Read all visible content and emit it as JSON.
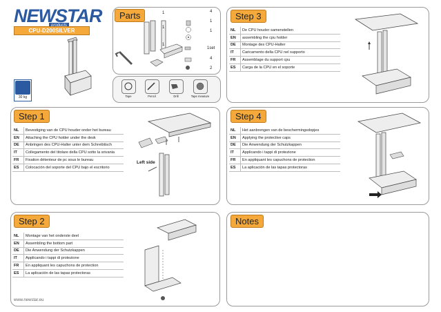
{
  "brand": {
    "name": "NEWSTAR",
    "sub": "products",
    "model": "CPU-D200SILVER",
    "weight": "30 kg"
  },
  "parts": {
    "title": "Parts",
    "quantities": [
      "1",
      "1",
      "1",
      "4",
      "1",
      "1",
      "1set",
      "4",
      "2"
    ],
    "tools": [
      "Tape",
      "Pencil",
      "Drill",
      "Tape measure"
    ]
  },
  "step1": {
    "title": "Step 1",
    "rows": [
      {
        "code": "NL",
        "text": "Bevestiging van de CPU houder  onder het bureau"
      },
      {
        "code": "EN",
        "text": "Attaching the CPU holder under the desk"
      },
      {
        "code": "DE",
        "text": "Anbringen des CPU-Halter unter dem Schreibtisch"
      },
      {
        "code": "IT",
        "text": "Collegamento del titolare della CPU sotto la srivania"
      },
      {
        "code": "FR",
        "text": "Fixation détenteur de pc  sous le bureau"
      },
      {
        "code": "ES",
        "text": "Colocación del soporte del CPU bajo el escritorio"
      }
    ],
    "side_label": "Left side"
  },
  "step2": {
    "title": "Step 2",
    "rows": [
      {
        "code": "NL",
        "text": "Montage van het onderste deel"
      },
      {
        "code": "EN",
        "text": "Assembling the bottom part"
      },
      {
        "code": "DE",
        "text": "Die Anwendung der Schutzkappen"
      },
      {
        "code": "IT",
        "text": "Applicando i tappi di protezione"
      },
      {
        "code": "FR",
        "text": "En appliquant les capuchons de protection"
      },
      {
        "code": "ES",
        "text": "La aplicación de las tapas protectoras"
      }
    ]
  },
  "step3": {
    "title": "Step 3",
    "rows": [
      {
        "code": "NL",
        "text": "De  CPU houder samenstellen"
      },
      {
        "code": "EN",
        "text": "assembling the cpu holder"
      },
      {
        "code": "DE",
        "text": "Montage des CPU-Halter"
      },
      {
        "code": "IT",
        "text": "Caricamento della CPU nel supporto"
      },
      {
        "code": "FR",
        "text": "Assemblage du support cpu"
      },
      {
        "code": "ES",
        "text": "Carga de la CPU en el soporte"
      }
    ]
  },
  "step4": {
    "title": "Step 4",
    "rows": [
      {
        "code": "NL",
        "text": "Het aanbrengen van de beschermingsdopjes"
      },
      {
        "code": "EN",
        "text": "Applying the protective caps"
      },
      {
        "code": "DE",
        "text": "Die Anwendung der Schutzkappen"
      },
      {
        "code": "IT",
        "text": "Applicando i tappi di protezione"
      },
      {
        "code": "FR",
        "text": "En appliquant les capuchons de protection"
      },
      {
        "code": "ES",
        "text": "La aplicación de las tapas protectoras"
      }
    ]
  },
  "notes": {
    "title": "Notes"
  },
  "footer": {
    "url": "www.newstar.eu"
  },
  "colors": {
    "accent": "#f5a93b",
    "brand": "#2c5aa0",
    "border": "#9a9a9a"
  }
}
